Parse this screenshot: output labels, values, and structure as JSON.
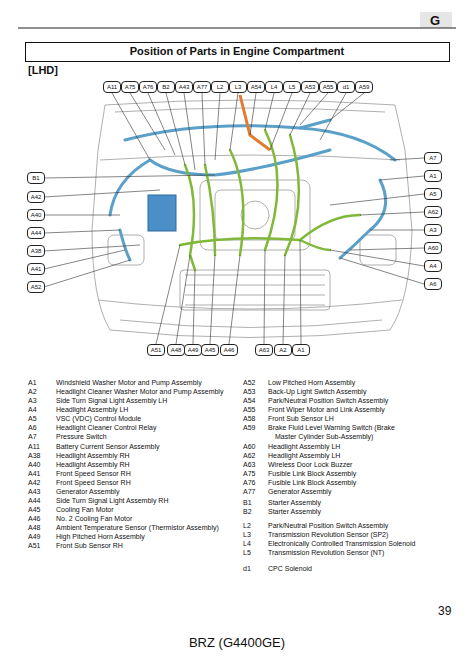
{
  "diagram": {
    "title": "Position of Parts in Engine Compartment",
    "nodes": [
      {
        "text": [
          "Position of Parts in Engine Compartment"
        ]
      },
      {
        "text": [
          "A11"
        ]
      },
      {
        "text": [
          "A75"
        ]
      },
      {
        "text": [
          "A76"
        ]
      },
      {
        "text": [
          "B2"
        ]
      },
      {
        "text": [
          "A43"
        ]
      },
      {
        "text": [
          "A77"
        ]
      },
      {
        "text": [
          "L2"
        ]
      },
      {
        "text": [
          "L3"
        ]
      },
      {
        "text": [
          "A54"
        ]
      },
      {
        "text": [
          "L4"
        ]
      },
      {
        "text": [
          "L5"
        ]
      },
      {
        "text": [
          "A53"
        ]
      },
      {
        "text": [
          "A55"
        ]
      },
      {
        "text": [
          "d1"
        ]
      },
      {
        "text": [
          "A59"
        ]
      },
      {
        "text": [
          "B1"
        ]
      },
      {
        "text": [
          "A42"
        ]
      },
      {
        "text": [
          "A40"
        ]
      },
      {
        "text": [
          "A44"
        ]
      },
      {
        "text": [
          "A38"
        ]
      },
      {
        "text": [
          "A41"
        ]
      },
      {
        "text": [
          "A52"
        ]
      },
      {
        "text": [
          "A7"
        ]
      },
      {
        "text": [
          "A1"
        ]
      },
      {
        "text": [
          "A5"
        ]
      },
      {
        "text": [
          "A62"
        ]
      },
      {
        "text": [
          "A3"
        ]
      },
      {
        "text": [
          "A60"
        ]
      },
      {
        "text": [
          "A4"
        ]
      },
      {
        "text": [
          "A6"
        ]
      },
      {
        "text": [
          "A51"
        ]
      },
      {
        "text": [
          "A48"
        ]
      },
      {
        "text": [
          "A49"
        ]
      },
      {
        "text": [
          "A45"
        ]
      },
      {
        "text": [
          "A46"
        ]
      },
      {
        "text": [
          "A63"
        ]
      },
      {
        "text": [
          "A2"
        ]
      },
      {
        "text": [
          "A1"
        ]
      }
    ],
    "labels": [
      "G",
      "[LHD]",
      "A1",
      "Windshield Washer Motor and Pump Assembly",
      "A2",
      "Headlight Cleaner Washer Motor and Pump Assembly",
      "A3",
      "Side Turn Signal Light Assembly LH",
      "A4",
      "Headlight Assembly LH",
      "A5",
      "VSC (VDC) Control Module",
      "A6",
      "Headlight Cleaner Control Relay",
      "A7",
      "Pressure Switch",
      "A11",
      "Battery Current Sensor Assembly",
      "A38",
      "Headlight Assembly RH",
      "A40",
      "Headlight Assembly RH",
      "A41",
      "Front Speed Sensor RH",
      "A42",
      "Front Speed Sensor RH",
      "A43",
      "Generator Assembly",
      "A44",
      "Side Turn Signal Light Assembly RH",
      "A45",
      "Cooling Fan Motor",
      "A46",
      "No. 2 Cooling Fan Motor",
      "A48",
      "Ambient Temperature Sensor (Thermistor Assembly)",
      "A49",
      "High Pitched Horn Assembly",
      "A51",
      "Front Sub Sensor RH",
      "A52",
      "Low Pitched Horn Assembly",
      "A53",
      "Back-Up Light Switch Assembly",
      "A54",
      "Park/Neutral Position Switch Assembly",
      "A55",
      "Front Wiper Motor and Link Assembly",
      "A58",
      "Front Sub Sensor LH",
      "A59",
      "Brake Fluid Level Warning Switch (Brake Master Cylinder Sub-Assembly)",
      "A60",
      "Headlight Assembly LH",
      "A62",
      "Headlight Assembly LH",
      "A63",
      "Wireless Door Lock Buzzer",
      "A75",
      "Fusible Link Block Assembly",
      "A76",
      "Fusible Link Block Assembly",
      "A77",
      "Generator Assembly",
      "B1",
      "Starter Assembly",
      "B2",
      "Starter Assembly",
      "L2",
      "Park/Neutral Position Switch Assembly",
      "L3",
      "Transmission Revolution Sensor (SP2)",
      "L4",
      "Electronically Controlled Transmission Solenoid",
      "L5",
      "Transmission Revolution Sensor (NT)",
      "d1",
      "CPC Solenoid",
      "39",
      "BRZ (G4400GE)"
    ]
  }
}
